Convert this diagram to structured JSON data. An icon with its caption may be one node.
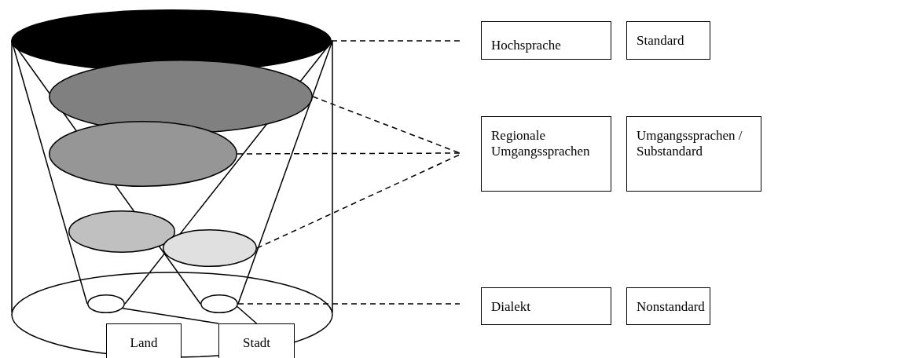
{
  "diagram": {
    "nodes": [
      {
        "text": [],
        "shape": "ellipse"
      },
      {
        "text": [],
        "shape": "ellipse"
      },
      {
        "text": [],
        "shape": "ellipse"
      },
      {
        "text": [],
        "shape": "ellipse"
      },
      {
        "text": [],
        "shape": "ellipse"
      },
      {
        "text": [],
        "shape": "ellipse"
      },
      {
        "text": [],
        "shape": "ellipse"
      },
      {
        "text": [
          "Land"
        ]
      },
      {
        "text": [
          "Stadt"
        ]
      },
      {
        "text": [
          "Hochsprache"
        ]
      },
      {
        "text": [
          "Standard"
        ]
      },
      {
        "text": [
          "Regionale Umgangssprachen"
        ]
      },
      {
        "text": [
          "Umgangssprachen / Substandard"
        ]
      },
      {
        "text": [
          "Dialekt"
        ]
      },
      {
        "text": [
          "Nonstandard"
        ]
      }
    ],
    "edges": [
      {
        "from": 0,
        "to": null,
        "arrow": "none",
        "style": "dashed"
      },
      {
        "from": 1,
        "to": null,
        "arrow": "none",
        "style": "dashed"
      },
      {
        "from": 2,
        "to": null,
        "arrow": "none",
        "style": "dashed"
      },
      {
        "from": 4,
        "to": null,
        "arrow": "none",
        "style": "dashed"
      },
      {
        "from": 6,
        "to": null,
        "arrow": "none",
        "style": "dashed"
      },
      {
        "from": 5,
        "to": 8,
        "arrow": "none"
      },
      {
        "from": 6,
        "to": 8,
        "arrow": "none"
      }
    ]
  }
}
